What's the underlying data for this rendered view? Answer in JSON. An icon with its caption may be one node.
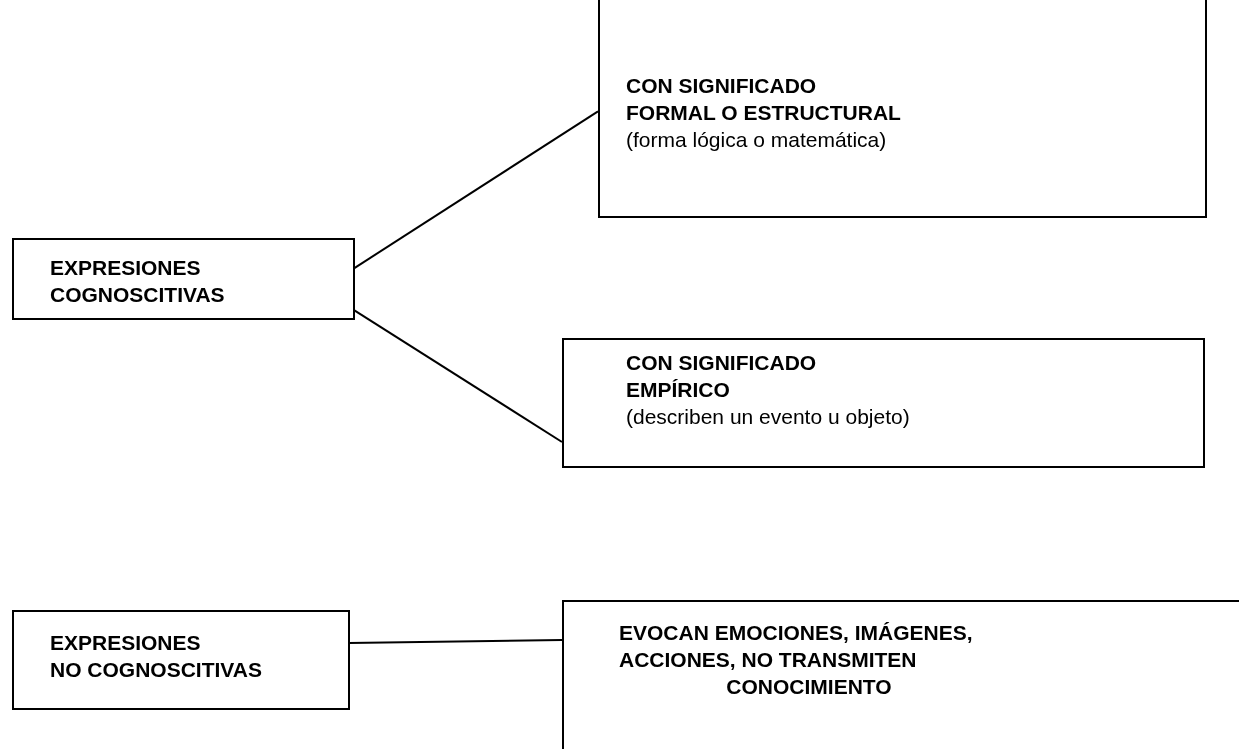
{
  "diagram": {
    "nodes": [
      {
        "text": [
          "EXPRESIONES COGNOSCITIVAS"
        ]
      },
      {
        "text": [
          "CON SIGNIFICADO FORMAL O ESTRUCTURAL",
          "(forma lógica o matemática)"
        ]
      },
      {
        "text": [
          "CON SIGNIFICADO EMPÍRICO",
          "(describen un evento u objeto)"
        ]
      },
      {
        "text": [
          "EXPRESIONES NO COGNOSCITIVAS"
        ]
      },
      {
        "text": [
          "EVOCAN EMOCIONES, IMÁGENES, ACCIONES, NO TRANSMITEN CONOCIMIENTO"
        ]
      }
    ],
    "edges": [
      {
        "from": 0,
        "to": 1,
        "arrow": "none"
      },
      {
        "from": 0,
        "to": 2,
        "arrow": "none"
      },
      {
        "from": 3,
        "to": 4,
        "arrow": "none"
      }
    ]
  }
}
